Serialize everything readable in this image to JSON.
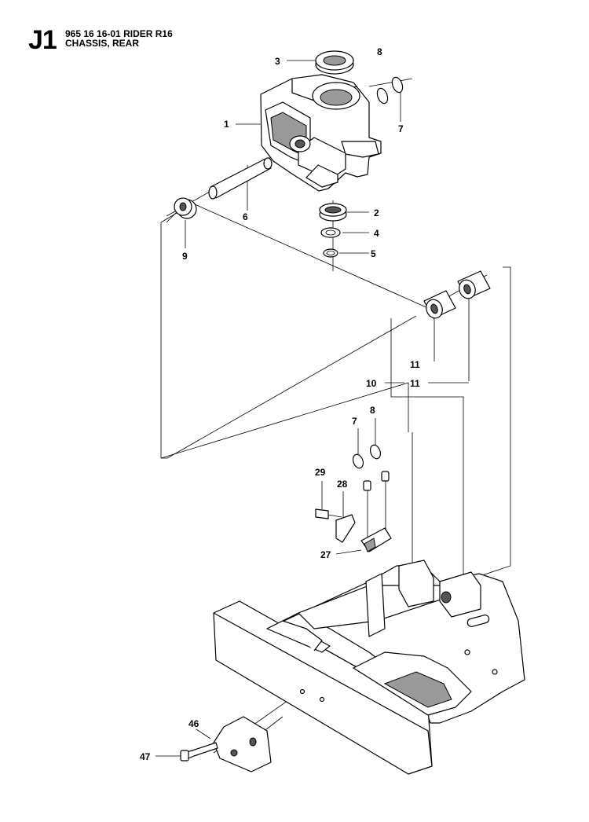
{
  "header": {
    "section_code": "J1",
    "line1": "965 16 16-01 RIDER R16",
    "line2": "CHASSIS, REAR"
  },
  "callouts": [
    {
      "id": "c3",
      "text": "3"
    },
    {
      "id": "c8a",
      "text": "8"
    },
    {
      "id": "c1",
      "text": "1"
    },
    {
      "id": "c7a",
      "text": "7"
    },
    {
      "id": "c6",
      "text": "6"
    },
    {
      "id": "c2",
      "text": "2"
    },
    {
      "id": "c4",
      "text": "4"
    },
    {
      "id": "c5",
      "text": "5"
    },
    {
      "id": "c9",
      "text": "9"
    },
    {
      "id": "c11a",
      "text": "11"
    },
    {
      "id": "c10",
      "text": "10"
    },
    {
      "id": "c11b",
      "text": "11"
    },
    {
      "id": "c7b",
      "text": "7"
    },
    {
      "id": "c8b",
      "text": "8"
    },
    {
      "id": "c29",
      "text": "29"
    },
    {
      "id": "c28",
      "text": "28"
    },
    {
      "id": "c27",
      "text": "27"
    },
    {
      "id": "c46",
      "text": "46"
    },
    {
      "id": "c47",
      "text": "47"
    }
  ]
}
